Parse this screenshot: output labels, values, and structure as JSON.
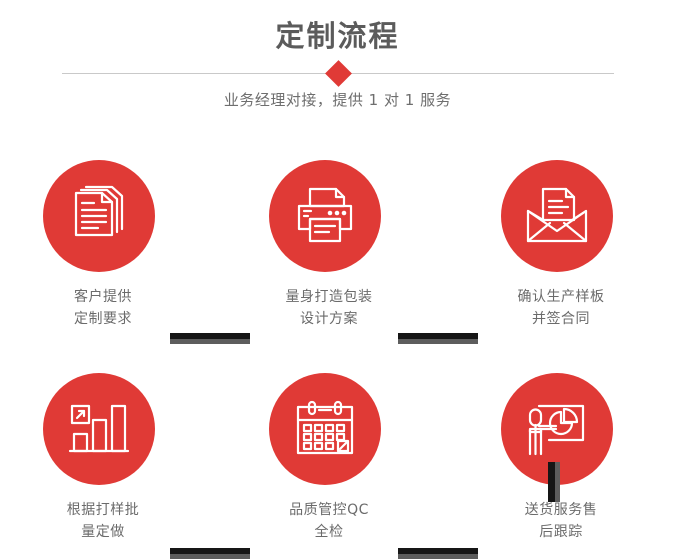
{
  "header": {
    "title": "定制流程",
    "subtitle": "业务经理对接，提供 1 对 1 服务",
    "divider_icon": "diamond-marker",
    "accent_color": "#e03a36",
    "title_color": "#5b5b5b",
    "subtitle_color": "#6e6e6e",
    "divider_color": "#c9c9c9"
  },
  "flow": {
    "connector_dark_color": "#161616",
    "connector_shadow_color": "#5d5d5d",
    "steps": [
      {
        "index": 1,
        "icon": "documents-stack-icon",
        "label": "客户提供\n定制要求"
      },
      {
        "index": 2,
        "icon": "printer-icon",
        "label": "量身打造包装\n设计方案"
      },
      {
        "index": 3,
        "icon": "envelope-letter-icon",
        "label": "确认生产样板\n并签合同"
      },
      {
        "index": 4,
        "icon": "bar-chart-growth-icon",
        "label": "根据打样批\n量定做"
      },
      {
        "index": 5,
        "icon": "calendar-check-icon",
        "label": "品质管控QC\n全检"
      },
      {
        "index": 6,
        "icon": "presentation-person-pie-chart-icon",
        "label": "送货服务售\n后跟踪"
      }
    ]
  }
}
